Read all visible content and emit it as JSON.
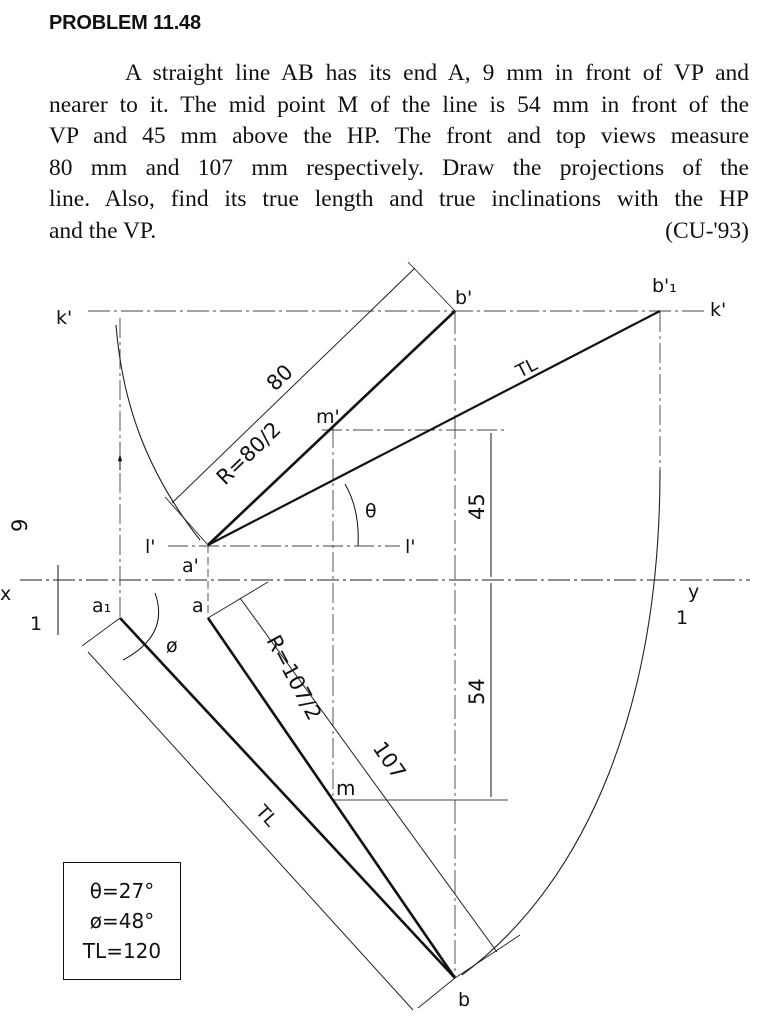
{
  "problem": {
    "heading": "PROBLEM 11.48",
    "lines": [
      "A straight line AB has its end A, 9 mm in front of VP and",
      "nearer to it.  The mid point M of the line is 54 mm in front of the",
      "VP and 45 mm above the HP.  The front and top views measure",
      "80 mm and 107 mm respectively.  Draw the projections  of the",
      "line.  Also, find its true length and true inclinations with the HP"
    ],
    "last_line": "and the VP.",
    "reference": "(CU-'93)"
  },
  "drawing": {
    "points": {
      "b_prime": "b'",
      "b1_prime": "b'₁",
      "k_prime_left": "k'",
      "k_prime_right": "k'",
      "m_prime": "m'",
      "a_prime": "a'",
      "l_prime_left": "l'",
      "l_prime_right": "l'",
      "a1": "a₁",
      "a": "a",
      "m": "m",
      "b": "b",
      "x": "x",
      "y": "y",
      "ref_left": "1",
      "ref_right": "1"
    },
    "labels": {
      "front_view_length": "80",
      "arc_front": "R=80/2",
      "theta": "θ",
      "phi": "ø",
      "tl_top": "TL",
      "tl_bottom": "TL",
      "dim_45": "45",
      "dim_54": "54",
      "dim_9": "9",
      "arc_top": "R=107/2",
      "top_view_length": "107"
    }
  },
  "results": {
    "theta": "θ=27°",
    "phi": "ø=48°",
    "true_length": "TL=120"
  }
}
